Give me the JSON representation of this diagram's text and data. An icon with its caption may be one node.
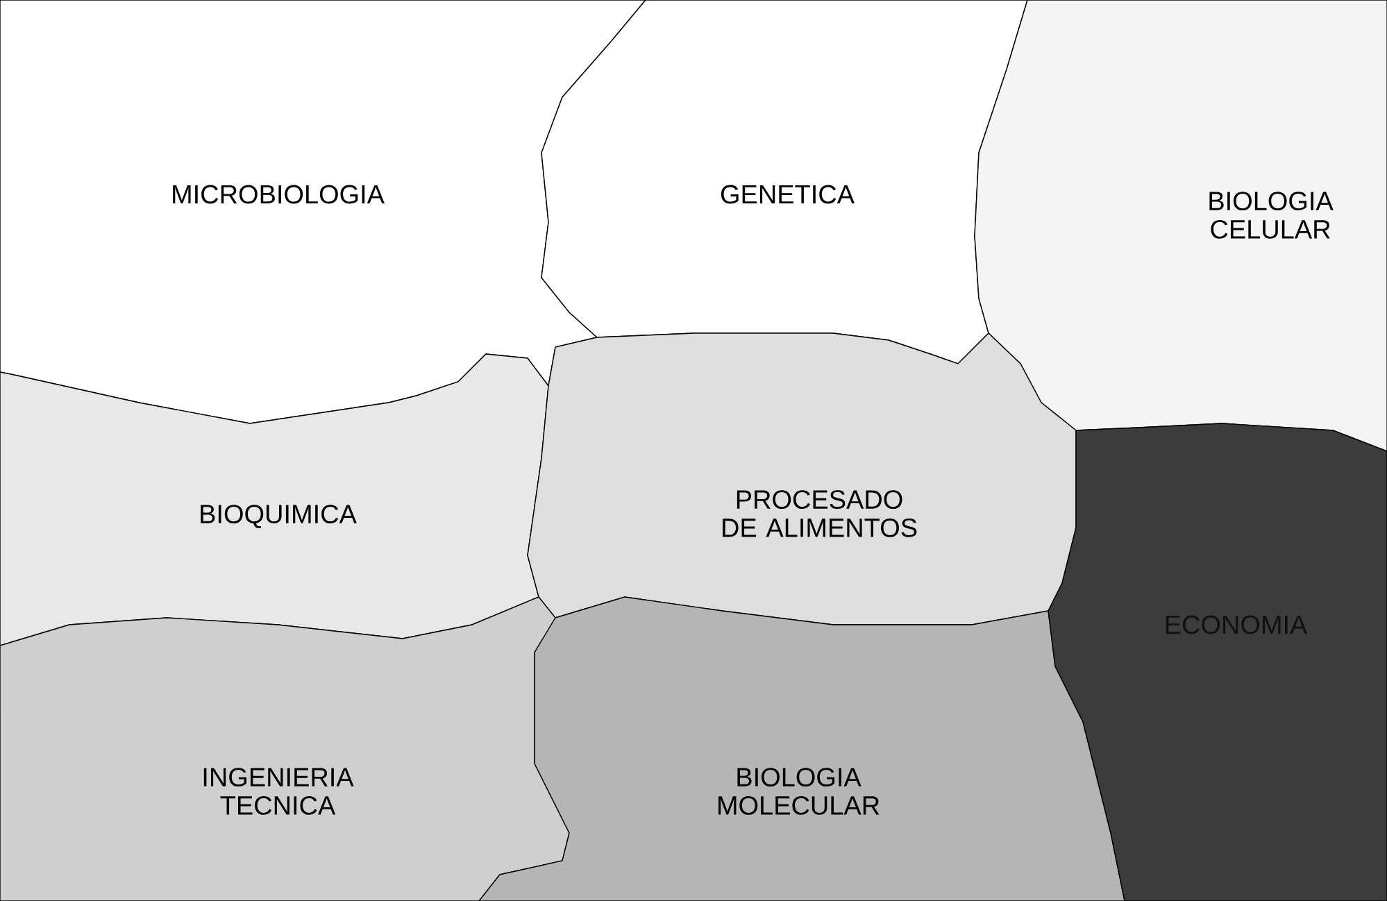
{
  "diagram": {
    "nodes": [
      {
        "text": [
          "MICROBIOLOGIA"
        ]
      },
      {
        "text": [
          "GENETICA"
        ]
      },
      {
        "text": [
          "BIOLOGIA CELULAR"
        ]
      },
      {
        "text": [
          "BIOQUIMICA"
        ]
      },
      {
        "text": [
          "PROCESADO DE ALIMENTOS"
        ]
      },
      {
        "text": [
          "INGENIERIA TECNICA"
        ]
      },
      {
        "text": [
          "BIOLOGIA MOLECULAR"
        ]
      },
      {
        "text": [
          "ECONOMIA"
        ]
      }
    ]
  }
}
